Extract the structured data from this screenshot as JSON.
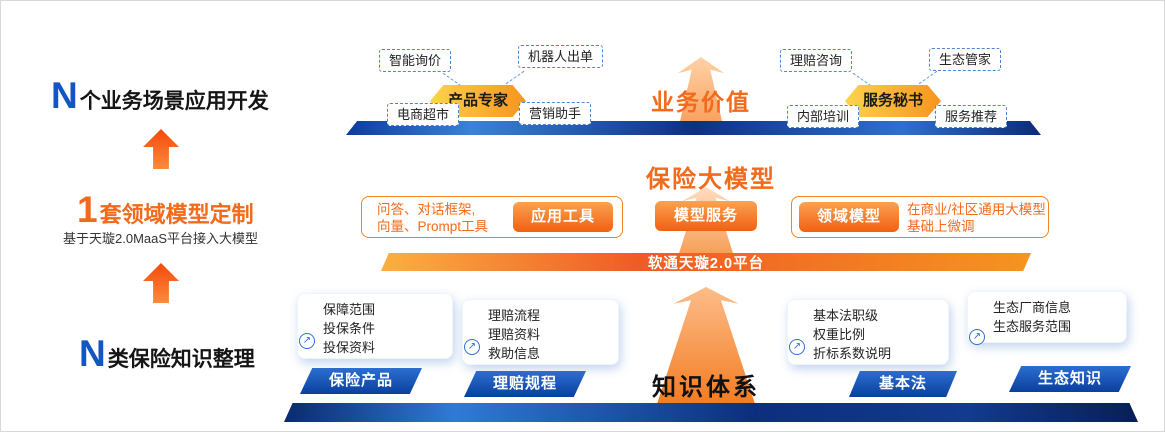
{
  "left": {
    "top": {
      "prefix": "N",
      "text": "个业务场景应用开发"
    },
    "middle": {
      "prefix": "1",
      "text": "套领域模型定制",
      "subtitle": "基于天璇2.0MaaS平台接入大模型"
    },
    "bottom": {
      "prefix": "N",
      "text": "类保险知识整理"
    }
  },
  "value_layer": {
    "title": "业务价值",
    "groups": [
      {
        "hex_label": "产品专家",
        "items": [
          "智能询价",
          "机器人出单",
          "电商超市",
          "营销助手"
        ]
      },
      {
        "hex_label": "服务秘书",
        "items": [
          "理赔咨询",
          "生态管家",
          "内部培训",
          "服务推荐"
        ]
      }
    ]
  },
  "model_layer": {
    "title": "保险大模型",
    "platform": "软通天璇2.0平台",
    "left_box": {
      "line1": "问答、对话框架,",
      "line2": "向量、Prompt工具",
      "label": "应用工具"
    },
    "center_label": "模型服务",
    "right_box": {
      "label": "领域模型",
      "line1": "在商业/社区通用大模型",
      "line2": "基础上微调"
    }
  },
  "knowledge_layer": {
    "title": "知识体系",
    "groups": [
      {
        "label": "保险产品",
        "items": [
          "保障范围",
          "投保条件",
          "投保资料"
        ]
      },
      {
        "label": "理赔规程",
        "items": [
          "理赔流程",
          "理赔资料",
          "救助信息"
        ]
      },
      {
        "label": "基本法",
        "items": [
          "基本法职级",
          "权重比例",
          "折标系数说明"
        ]
      },
      {
        "label": "生态知识",
        "items": [
          "生态厂商信息",
          "生态服务范围"
        ]
      }
    ]
  },
  "icons": {
    "circle_arrow": "↗"
  },
  "colors": {
    "accent_orange": "#f26a1b",
    "accent_blue": "#1256c4",
    "bar_blue_dark": "#0c2f7d",
    "platform_orange": "#f15a24"
  }
}
